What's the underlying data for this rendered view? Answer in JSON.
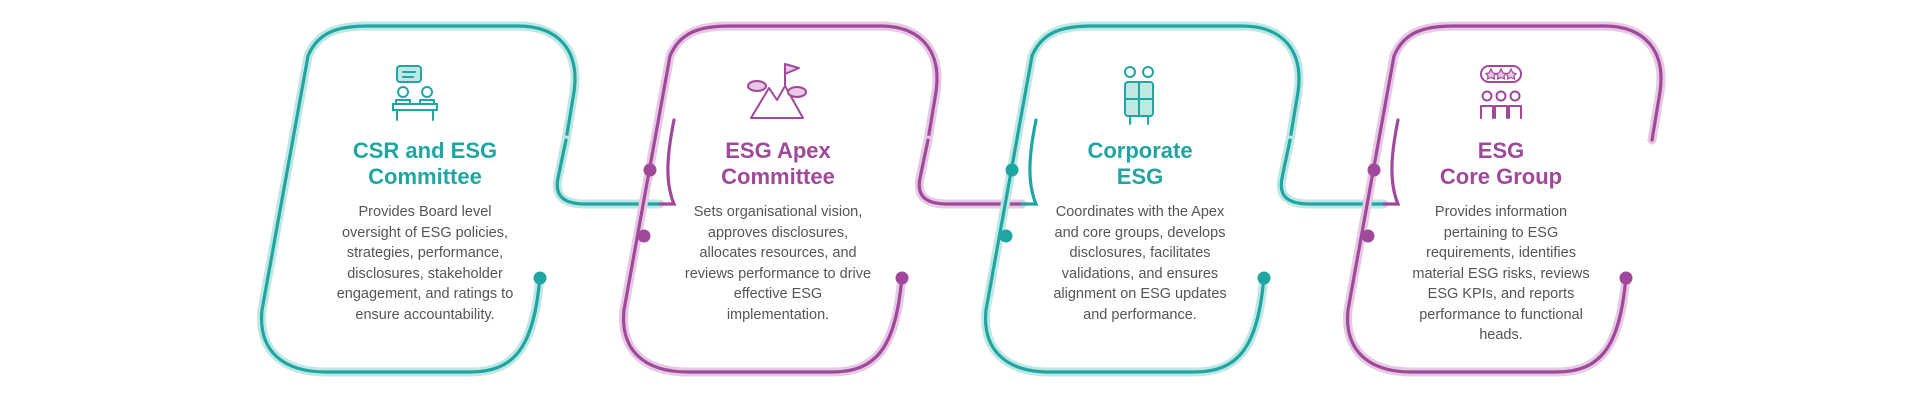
{
  "colors": {
    "teal": "#1fa6a3",
    "teal_light": "#bfe7e4",
    "purple": "#a0489a",
    "purple_light": "#e6c9e4",
    "text": "#555555"
  },
  "stages": [
    {
      "accent": "teal",
      "icon": "meeting-icon",
      "title_lines": [
        "CSR and ESG",
        "Committee"
      ],
      "desc_lines": [
        "Provides Board level",
        "oversight of ESG policies,",
        "strategies, performance,",
        "disclosures, stakeholder",
        "engagement, and ratings to",
        "ensure accountability."
      ]
    },
    {
      "accent": "purple",
      "icon": "mountain-flag-icon",
      "title_lines": [
        "ESG Apex",
        "Committee"
      ],
      "desc_lines": [
        "Sets organisational vision,",
        "approves disclosures,",
        "allocates resources, and",
        "reviews performance to drive",
        "effective ESG",
        "implementation."
      ]
    },
    {
      "accent": "teal",
      "icon": "puzzle-team-icon",
      "title_lines": [
        "Corporate",
        "ESG"
      ],
      "desc_lines": [
        "Coordinates with the Apex",
        "and core groups, develops",
        "disclosures, facilitates",
        "validations, and ensures",
        "alignment on ESG updates",
        "and performance."
      ]
    },
    {
      "accent": "purple",
      "icon": "rating-team-icon",
      "title_lines": [
        "ESG",
        "Core Group"
      ],
      "desc_lines": [
        "Provides information",
        "pertaining to ESG",
        "requirements, identifies",
        "material ESG risks, reviews",
        "ESG KPIs, and reports",
        "performance to functional",
        "heads."
      ]
    }
  ]
}
